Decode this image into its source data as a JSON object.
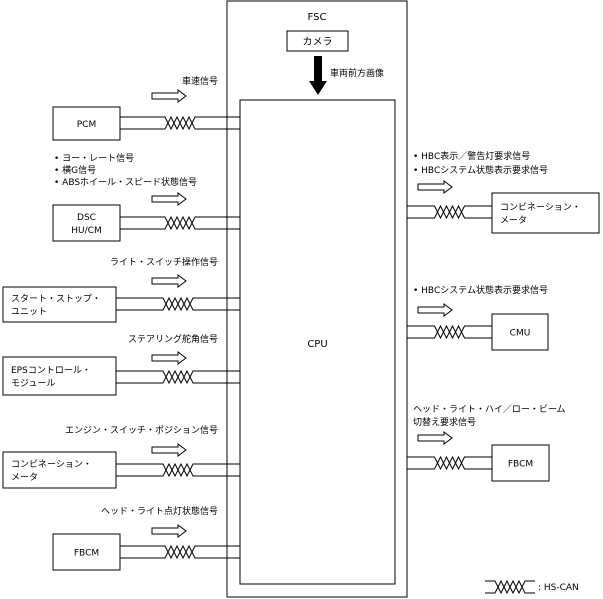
{
  "fsc": {
    "label": "FSC",
    "camera_label": "カメラ",
    "camera_signal": "車両前方画像",
    "cpu_label": "CPU"
  },
  "left_units": [
    {
      "id": "pcm",
      "lines": [
        "PCM"
      ],
      "signals": [
        "車速信号"
      ]
    },
    {
      "id": "dsc",
      "lines": [
        "DSC",
        "HU/CM"
      ],
      "signals": [
        "• ヨー・レート信号",
        "• 横G信号",
        "• ABSホイール・スピード状態信号"
      ]
    },
    {
      "id": "start-stop",
      "lines": [
        "スタート・ストップ・",
        "ユニット"
      ],
      "signals": [
        "ライト・スイッチ操作信号"
      ]
    },
    {
      "id": "eps",
      "lines": [
        "EPSコントロール・",
        "モジュール"
      ],
      "signals": [
        "ステアリング舵角信号"
      ]
    },
    {
      "id": "combination-meter-left",
      "lines": [
        "コンビネーション・",
        "メータ"
      ],
      "signals": [
        "エンジン・スイッチ・ポジション信号"
      ]
    },
    {
      "id": "fbcm-left",
      "lines": [
        "FBCM"
      ],
      "signals": [
        "ヘッド・ライト点灯状態信号"
      ]
    }
  ],
  "right_units": [
    {
      "id": "combination-meter-right",
      "lines": [
        "コンビネーション・",
        "メータ"
      ],
      "signals": [
        "• HBC表示／警告灯要求信号",
        "• HBCシステム状態表示要求信号"
      ]
    },
    {
      "id": "cmu",
      "lines": [
        "CMU"
      ],
      "signals": [
        "• HBCシステム状態表示要求信号"
      ]
    },
    {
      "id": "fbcm-right",
      "lines": [
        "FBCM"
      ],
      "signals": [
        "ヘッド・ライト・ハイ／ロー・ビーム",
        "切替え要求信号"
      ]
    }
  ],
  "legend": {
    "label": ": HS-CAN"
  }
}
